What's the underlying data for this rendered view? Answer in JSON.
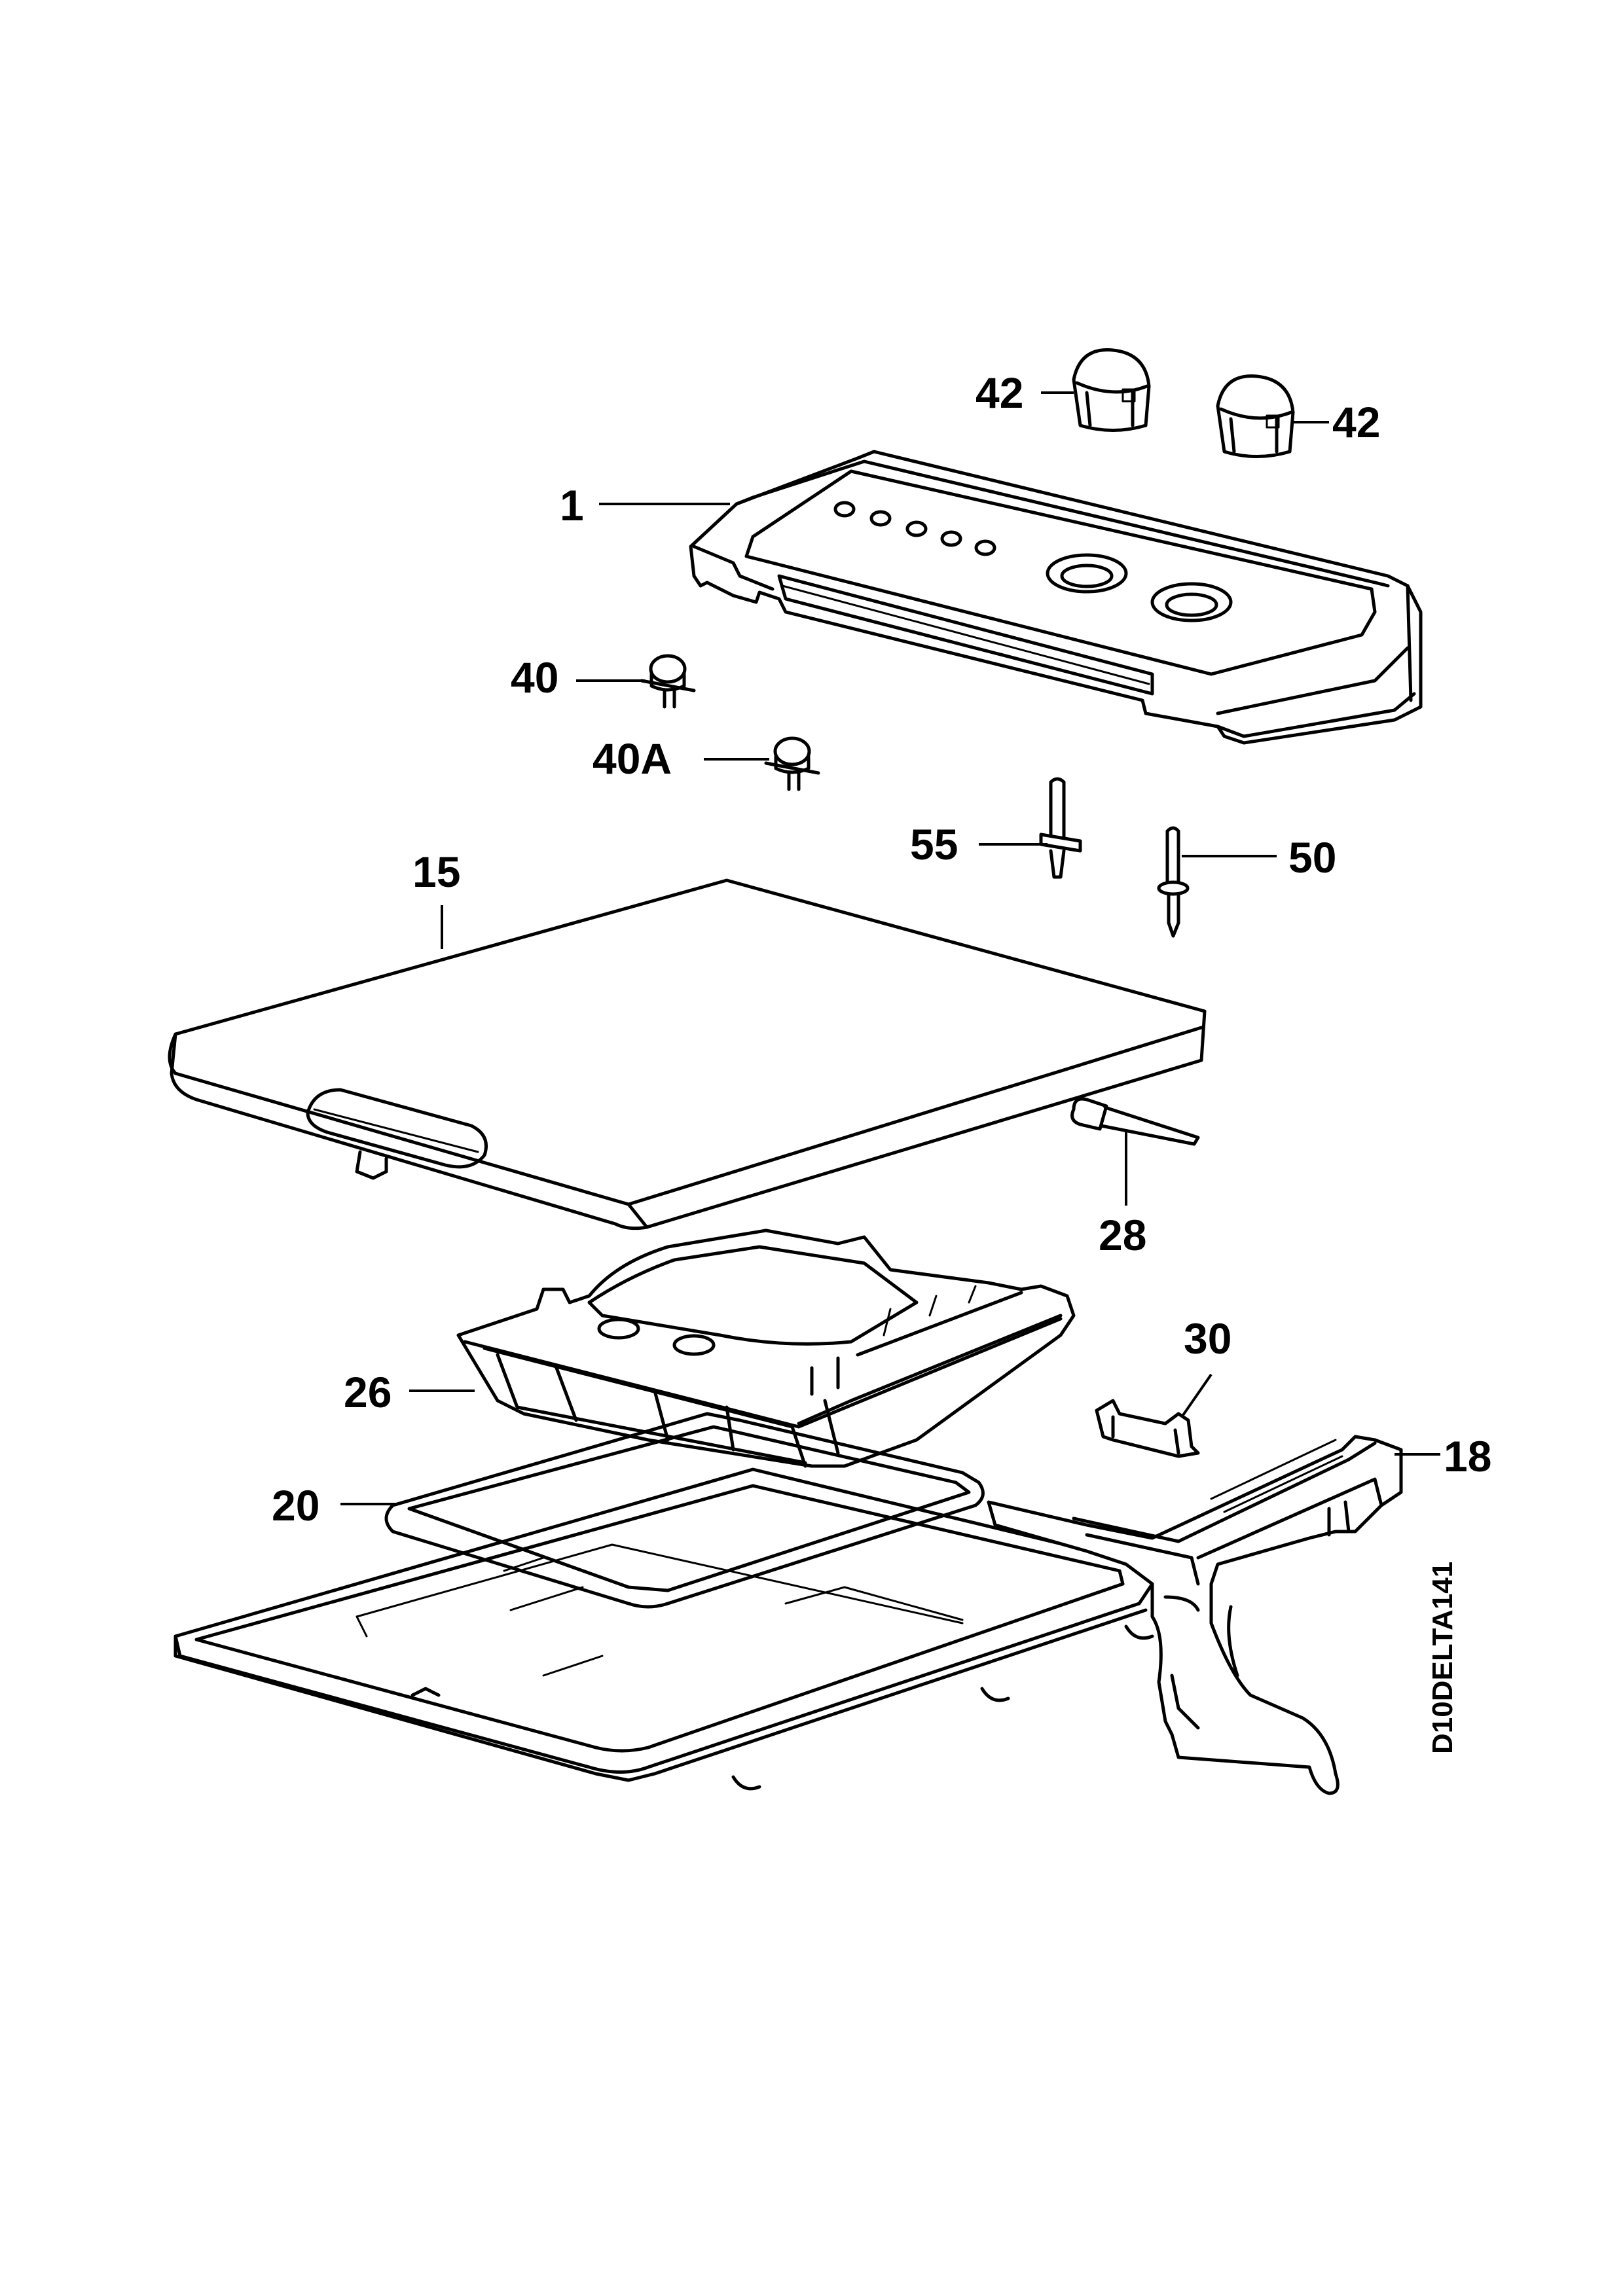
{
  "diagram": {
    "drawing_code": "D10DELTA141",
    "parts": [
      {
        "id": "p1",
        "label": "1",
        "name": "control panel"
      },
      {
        "id": "p15",
        "label": "15",
        "name": "top cover"
      },
      {
        "id": "p18",
        "label": "18",
        "name": "rear bracket"
      },
      {
        "id": "p20",
        "label": "20",
        "name": "seal gasket"
      },
      {
        "id": "p26",
        "label": "26",
        "name": "detergent dispenser"
      },
      {
        "id": "p28",
        "label": "28",
        "name": "pin"
      },
      {
        "id": "p30",
        "label": "30",
        "name": "hinge clip"
      },
      {
        "id": "p40",
        "label": "40",
        "name": "button"
      },
      {
        "id": "p40a",
        "label": "40A",
        "name": "button"
      },
      {
        "id": "p42a",
        "label": "42",
        "name": "knob"
      },
      {
        "id": "p42b",
        "label": "42",
        "name": "knob"
      },
      {
        "id": "p50",
        "label": "50",
        "name": "rivet"
      },
      {
        "id": "p55",
        "label": "55",
        "name": "pin"
      }
    ]
  }
}
